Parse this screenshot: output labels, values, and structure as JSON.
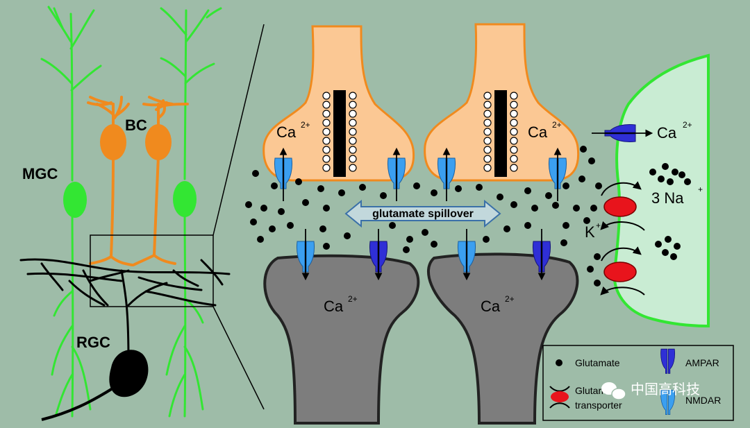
{
  "labels": {
    "bc": "BC",
    "mgc": "MGC",
    "rgc": "RGC",
    "spillover": "glutamate spillover",
    "ca": "Ca",
    "ca_sup": "2+",
    "na": "3 Na",
    "na_sup": "+",
    "k": "K",
    "k_sup": "+"
  },
  "legend": {
    "glutamate": "Glutamate",
    "ampar": "AMPAR",
    "transporter_line1": "Glutamate",
    "transporter_line2": "transporter",
    "nmdar": "NMDAR"
  },
  "watermark": {
    "text": "中国高科技"
  },
  "colors": {
    "background": "#9ebca8",
    "glia": "#33e633",
    "glia_fill": "#c9ecd3",
    "bipolar": "#f08a1e",
    "presynaptic_fill": "#fbc894",
    "presynaptic_stroke": "#f08a1e",
    "postsynaptic": "#7d7d7d",
    "nmdar": "#3b9ff0",
    "ampar": "#2f2fd6",
    "transporter": "#e8141c"
  },
  "icons": {
    "watermark": "wechat-icon"
  }
}
